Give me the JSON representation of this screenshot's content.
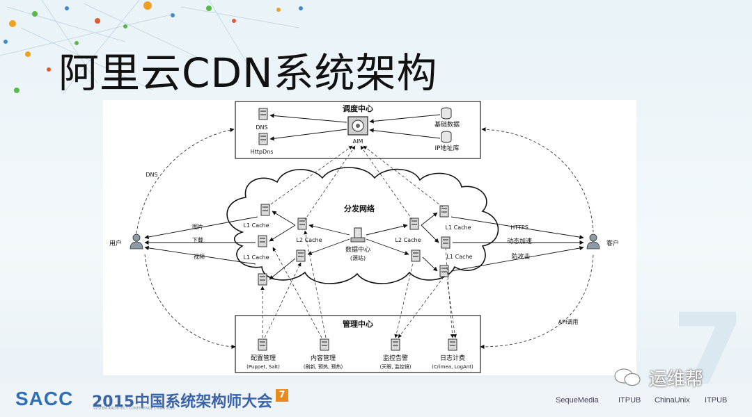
{
  "slide": {
    "title": "阿里云CDN系统架构"
  },
  "diagram": {
    "scheduling_center": {
      "title": "调度中心",
      "dns": "DNS",
      "httpdns": "HttpDns",
      "aim": "AIM",
      "base_data": "基础数据",
      "ip_db": "IP地址库"
    },
    "distribution_network": {
      "title": "分发网络",
      "l1_cache": "L1 Cache",
      "l2_cache": "L2 Cache",
      "data_center": "数据中心",
      "origin": "(源站)"
    },
    "user": {
      "label": "用户",
      "dns_link": "DNS",
      "image": "图片",
      "download": "下载",
      "video": "视频"
    },
    "customer": {
      "label": "客户",
      "https": "HTTPS",
      "dynamic": "动态加速",
      "anti_attack": "防攻击",
      "api": "API调用"
    },
    "management_center": {
      "title": "管理中心",
      "config": "配置管理",
      "config_sub": "(Puppet, Salt)",
      "content": "内容管理",
      "content_sub": "(刷新, 预热, 预热)",
      "monitor": "监控告警",
      "monitor_sub": "(天眼, 监控镜)",
      "log": "日志计费",
      "log_sub": "(Crimea, LogAnt)"
    }
  },
  "decor": {
    "big_number": "7"
  },
  "footer": {
    "sacc": "SACC",
    "conference": "2015中国系统架构师大会",
    "conference_sub": "SYSTEM ARCHITECT CONFERENCE CHINA 2015",
    "sponsors": [
      "SequeMedia",
      "ITPUB",
      "ChinaUnix",
      "ITPUB"
    ],
    "watermark": "运维帮"
  }
}
